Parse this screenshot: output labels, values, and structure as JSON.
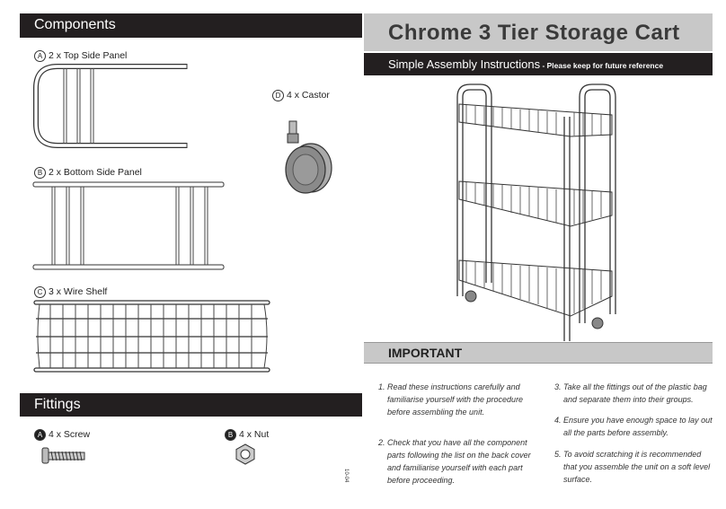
{
  "components": {
    "header": "Components",
    "items": [
      {
        "letter": "A",
        "label": "2 x Top Side Panel"
      },
      {
        "letter": "B",
        "label": "2 x Bottom Side Panel"
      },
      {
        "letter": "C",
        "label": "3 x Wire Shelf"
      },
      {
        "letter": "D",
        "label": "4 x Castor"
      }
    ]
  },
  "fittings": {
    "header": "Fittings",
    "items": [
      {
        "letter": "A",
        "label": "4 x Screw"
      },
      {
        "letter": "B",
        "label": "4 x Nut"
      }
    ]
  },
  "product": {
    "title": "Chrome 3 Tier Storage Cart",
    "subtitle": "Simple Assembly Instructions",
    "subtitle_note": " - Please keep for future reference"
  },
  "important": {
    "header": "IMPORTANT",
    "instructions": [
      {
        "num": "1.",
        "text": "Read these instructions carefully and familiarise yourself with the procedure before assembling the unit."
      },
      {
        "num": "2.",
        "text": "Check that you have all the component parts following the list on the back cover and familiarise yourself with each part before proceeding."
      },
      {
        "num": "3.",
        "text": "Take all the fittings out of the plastic bag and separate them into their groups."
      },
      {
        "num": "4.",
        "text": "Ensure you have enough space to lay out all the parts before assembly."
      },
      {
        "num": "5.",
        "text": "To avoid scratching it is recommended that you assemble the unit on a soft level surface."
      }
    ]
  },
  "doc_code": "10-04",
  "icons": [
    "top-side-panel-drawing",
    "bottom-side-panel-drawing",
    "wire-shelf-drawing",
    "castor-drawing",
    "screw-drawing",
    "nut-drawing",
    "storage-cart-drawing"
  ]
}
